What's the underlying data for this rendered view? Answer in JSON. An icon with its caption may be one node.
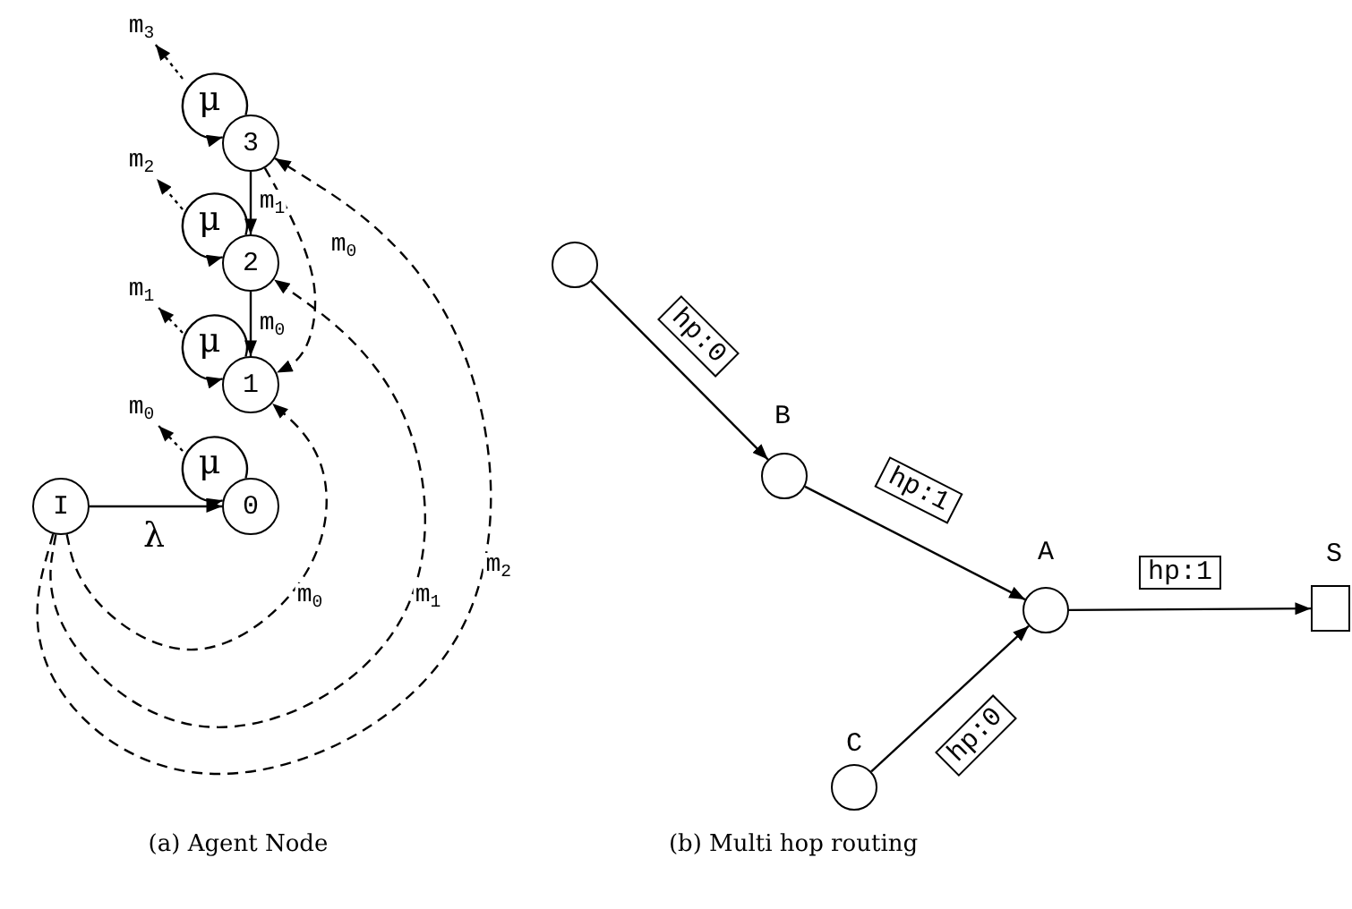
{
  "diagram": {
    "nodes": [
      {
        "text": [
          "m$_{3}$"
        ]
      },
      {
        "text": [
          "3"
        ]
      },
      {
        "text": [
          "m$_{2}$"
        ]
      },
      {
        "text": [
          "2"
        ]
      },
      {
        "text": [
          "m$_{1}$"
        ]
      },
      {
        "text": [
          "1"
        ]
      },
      {
        "text": [
          "m$_{0}$"
        ]
      },
      {
        "text": [
          "I"
        ]
      },
      {
        "text": [
          "0"
        ]
      },
      {
        "text": [],
        "shape": "circle"
      },
      {
        "text": [],
        "shape": "circle",
        "beside": [
          "B"
        ]
      },
      {
        "text": [],
        "shape": "circle",
        "beside": [
          "A"
        ]
      },
      {
        "text": [],
        "shape": "box",
        "beside": [
          "S"
        ]
      },
      {
        "text": [],
        "shape": "circle",
        "beside": [
          "C"
        ]
      }
    ],
    "edges": [
      {
        "from": 1,
        "to": 1,
        "arrow": "to",
        "label": "μ"
      },
      {
        "from": null,
        "to": 0,
        "arrow": "to",
        "style": "dashed"
      },
      {
        "from": 1,
        "to": 3,
        "arrow": "to",
        "label": "m$_{1}$"
      },
      {
        "from": 1,
        "to": 5,
        "arrow": "to",
        "label": "m$_{0}$",
        "style": "dashed"
      },
      {
        "from": 3,
        "to": 3,
        "arrow": "to",
        "label": "μ"
      },
      {
        "from": null,
        "to": 2,
        "arrow": "to",
        "style": "dashed"
      },
      {
        "from": 3,
        "to": 5,
        "arrow": "to",
        "label": "m$_{0}$"
      },
      {
        "from": 5,
        "to": 5,
        "arrow": "to",
        "label": "μ"
      },
      {
        "from": null,
        "to": 4,
        "arrow": "to",
        "style": "dashed"
      },
      {
        "from": 8,
        "to": 8,
        "arrow": "to",
        "label": "μ"
      },
      {
        "from": null,
        "to": 6,
        "arrow": "to",
        "style": "dashed"
      },
      {
        "from": 7,
        "to": 8,
        "arrow": "to",
        "label": "λ"
      },
      {
        "from": 7,
        "to": 5,
        "arrow": "to",
        "label": "m$_{0}$",
        "style": "dashed"
      },
      {
        "from": 7,
        "to": 3,
        "arrow": "to",
        "label": "m$_{1}$",
        "style": "dashed"
      },
      {
        "from": 7,
        "to": 1,
        "arrow": "to",
        "label": "m$_{2}$",
        "style": "dashed"
      },
      {
        "from": 9,
        "to": 10,
        "arrow": "to",
        "label": "hp:0"
      },
      {
        "from": 10,
        "to": 11,
        "arrow": "to",
        "label": "hp:1"
      },
      {
        "from": 13,
        "to": 11,
        "arrow": "to",
        "label": "hp:0"
      },
      {
        "from": 11,
        "to": 12,
        "arrow": "to",
        "label": "hp:1"
      }
    ],
    "labels": [
      "(a) Agent Node",
      "(b) Multi hop routing"
    ]
  }
}
